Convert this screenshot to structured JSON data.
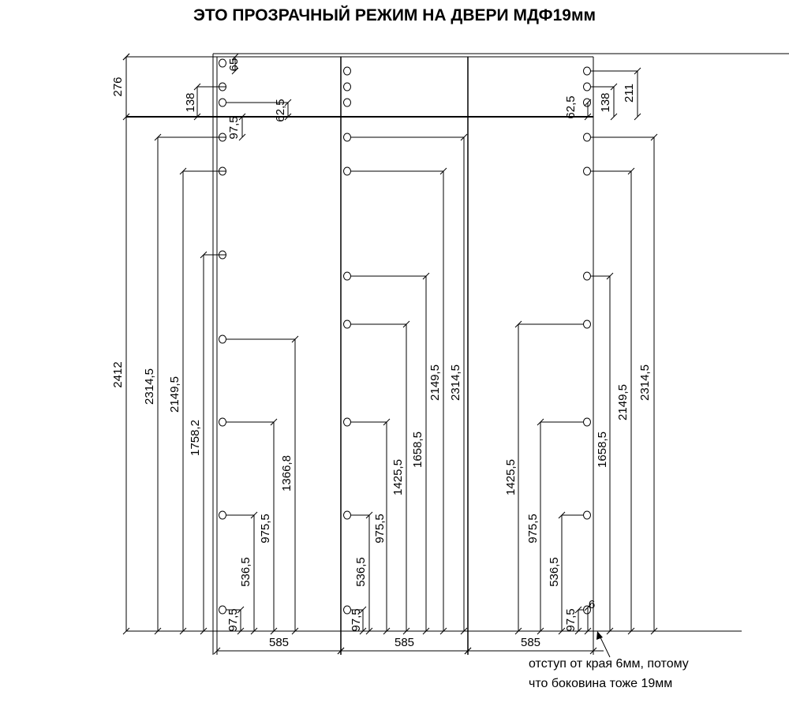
{
  "title": "ЭТО ПРОЗРАЧНЫЙ РЕЖИМ НА ДВЕРИ МДФ19мм",
  "dimensions": {
    "left": [
      "2412",
      "276",
      "138",
      "65",
      "62,5",
      "97,5",
      "2314,5",
      "2149,5",
      "1758,2",
      "1366,8",
      "975,5",
      "536,5",
      "97,5"
    ],
    "middle": [
      "2314,5",
      "2149,5",
      "1658,5",
      "1425,5",
      "975,5",
      "536,5",
      "97,5"
    ],
    "right": [
      "211",
      "138",
      "62,5",
      "2314,5",
      "2149,5",
      "1658,5",
      "1425,5",
      "975,5",
      "536,5",
      "97,5",
      "6"
    ]
  },
  "widths": [
    "585",
    "585",
    "585"
  ],
  "note": {
    "line1": "отступ от края 6мм, потому",
    "line2": "что боковина тоже 19мм"
  }
}
